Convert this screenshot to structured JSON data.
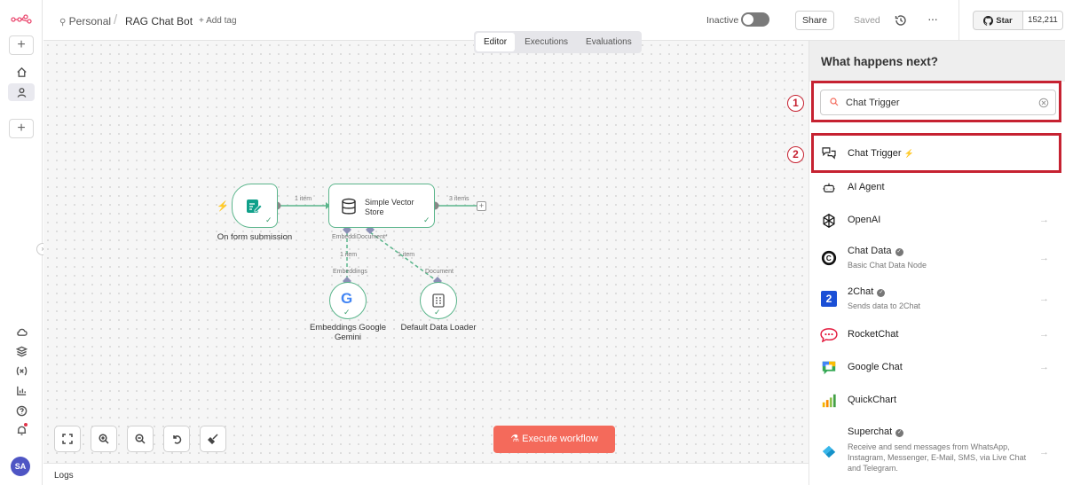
{
  "header": {
    "breadcrumb_home": "Personal",
    "workflow_title": "RAG Chat Bot",
    "add_tag": "+ Add tag",
    "status_label": "Inactive",
    "share": "Share",
    "saved": "Saved",
    "more": "···",
    "github_star": "Star",
    "github_count": "152,211"
  },
  "canvas_tabs": [
    "Editor",
    "Executions",
    "Evaluations"
  ],
  "nodes": {
    "form": {
      "label": "On form submission"
    },
    "vector": {
      "label_line1": "Simple Vector",
      "label_line2": "Store"
    },
    "embeddings": {
      "label_line1": "Embeddings Google",
      "label_line2": "Gemini"
    },
    "loader": {
      "label": "Default Data Loader"
    }
  },
  "edges": {
    "form_to_vector": "1 item",
    "vector_out": "3 items",
    "embeddings_port": "Embeddi",
    "document_port": "Document*",
    "embeddings_item": "1 item",
    "embeddings_label": "Embeddings",
    "document_item": "1 item",
    "document_label": "Document"
  },
  "execute_button": "Execute workflow",
  "logs_label": "Logs",
  "avatar_initials": "SA",
  "panel": {
    "title": "What happens next?",
    "search_value": "Chat Trigger",
    "items": [
      {
        "title": "Chat Trigger",
        "desc": "",
        "icon": "chat-icon"
      },
      {
        "title": "AI Agent",
        "desc": "",
        "icon": "robot-icon"
      },
      {
        "title": "OpenAI",
        "desc": "",
        "icon": "openai-icon"
      },
      {
        "title": "Chat Data",
        "desc": "Basic Chat Data Node",
        "icon": "chatdata-icon"
      },
      {
        "title": "2Chat",
        "desc": "Sends data to 2Chat",
        "icon": "2chat-icon"
      },
      {
        "title": "RocketChat",
        "desc": "",
        "icon": "rocketchat-icon"
      },
      {
        "title": "Google Chat",
        "desc": "",
        "icon": "googlechat-icon"
      },
      {
        "title": "QuickChart",
        "desc": "",
        "icon": "quickchart-icon"
      },
      {
        "title": "Superchat",
        "desc": "Receive and send messages from WhatsApp, Instagram, Messenger, E-Mail, SMS, via Live Chat and Telegram.",
        "icon": "superchat-icon"
      }
    ]
  },
  "annotations": {
    "one": "1",
    "two": "2"
  },
  "colors": {
    "accent": "#f46a5b",
    "node_border": "#5ab58b",
    "annotation": "#c62231"
  }
}
